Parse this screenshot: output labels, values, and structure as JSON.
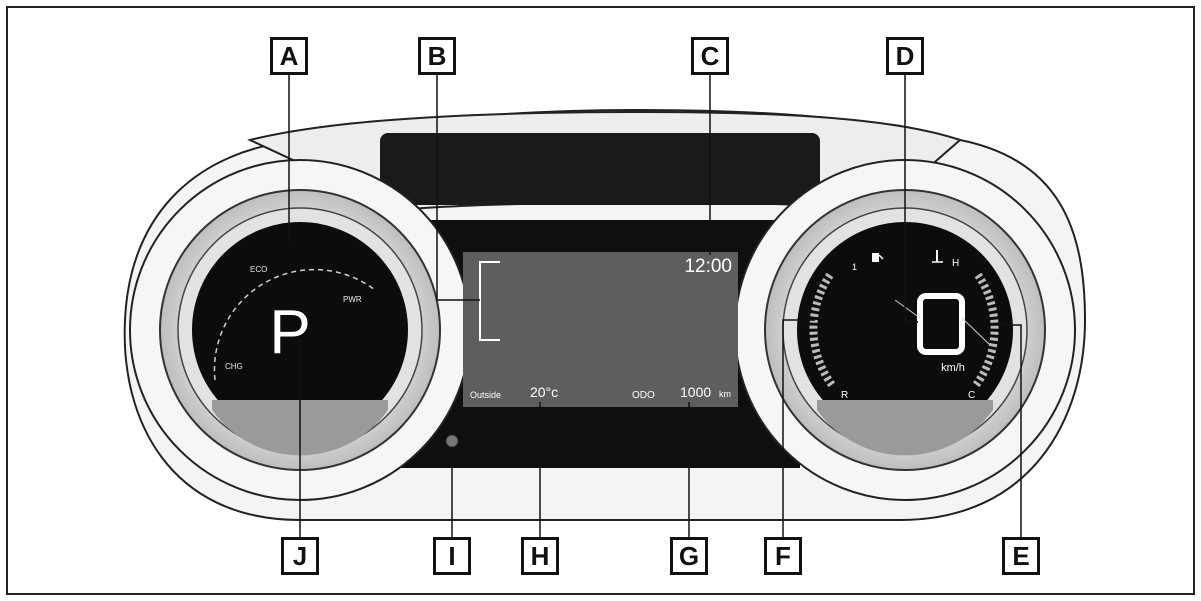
{
  "callouts": [
    {
      "id": "A",
      "text": "A"
    },
    {
      "id": "B",
      "text": "B"
    },
    {
      "id": "C",
      "text": "C"
    },
    {
      "id": "D",
      "text": "D"
    },
    {
      "id": "E",
      "text": "E"
    },
    {
      "id": "F",
      "text": "F"
    },
    {
      "id": "G",
      "text": "G"
    },
    {
      "id": "H",
      "text": "H"
    },
    {
      "id": "I",
      "text": "I"
    },
    {
      "id": "J",
      "text": "J"
    }
  ],
  "left_gauge": {
    "eco_label": "ECO",
    "pwr_label": "PWR",
    "chg_label": "CHG",
    "gear": "P"
  },
  "center_display": {
    "clock": "12:00",
    "outside_label": "Outside",
    "outside_temp": "20°c",
    "odo_label": "ODO",
    "odo_value": "1000",
    "odo_unit": "km"
  },
  "right_gauge": {
    "speed": "0",
    "speed_unit": "km/h",
    "fuel_full": "1",
    "fuel_empty": "R",
    "temp_hot": "H",
    "temp_cold": "C"
  },
  "colors": {
    "dark": "#111111",
    "screen": "#5e5e5e",
    "bezel": "#d8d8d8"
  }
}
